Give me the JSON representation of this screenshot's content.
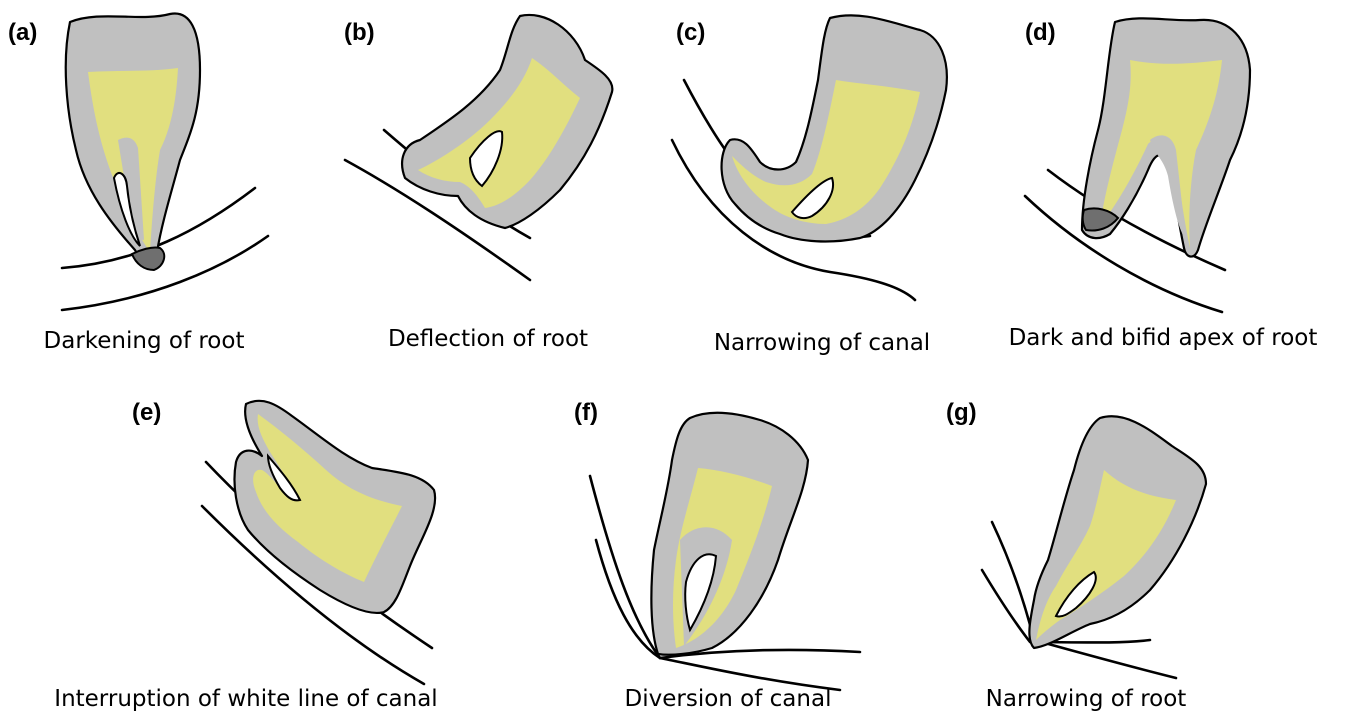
{
  "panels": [
    {
      "letter": "(a)",
      "caption": "Darkening of root"
    },
    {
      "letter": "(b)",
      "caption": "Deflection of root"
    },
    {
      "letter": "(c)",
      "caption": "Narrowing of canal"
    },
    {
      "letter": "(d)",
      "caption": "Dark and bifid apex of root"
    },
    {
      "letter": "(e)",
      "caption": "Interruption of white line of canal"
    },
    {
      "letter": "(f)",
      "caption": "Diversion of canal"
    },
    {
      "letter": "(g)",
      "caption": "Narrowing of root"
    }
  ],
  "colors": {
    "tooth": "#c0c0c0",
    "pulp": "#e1df7f",
    "dark_apex": "#6f6f6f",
    "outline": "#000000"
  }
}
